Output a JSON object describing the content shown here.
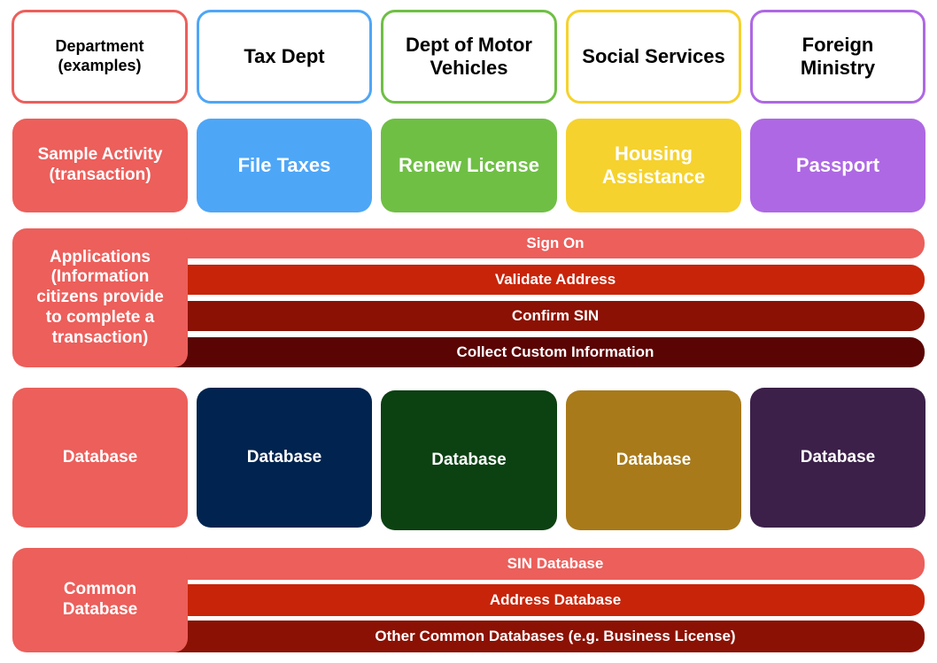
{
  "colors": {
    "label_red": "#ec5f5b",
    "tax_blue": "#4ea6f7",
    "motor_green": "#6fbf45",
    "social_yellow": "#f5d22e",
    "foreign_purple": "#ae68e3",
    "bar_red_1": "#ec5f5b",
    "bar_red_2": "#c8240a",
    "bar_red_3": "#8b1104",
    "bar_red_4": "#5a0404",
    "db_navy": "#00244f",
    "db_green": "#0c4112",
    "db_gold": "#a87a1a",
    "db_purple": "#3c2049"
  },
  "row_headers": {
    "department": "Department\n(examples)",
    "sample_activity": "Sample Activity\n(transaction)",
    "applications": "Applications\n(Information\ncitizens provide\nto complete a\ntransaction)",
    "database": "Database",
    "common_database": "Common\nDatabase"
  },
  "departments": [
    {
      "name": "Tax Dept",
      "activity": "File Taxes",
      "database": "Database"
    },
    {
      "name": "Dept of Motor\nVehicles",
      "activity": "Renew License",
      "database": "Database"
    },
    {
      "name": "Social Services",
      "activity": "Housing\nAssistance",
      "database": "Database"
    },
    {
      "name": "Foreign\nMinistry",
      "activity": "Passport",
      "database": "Database"
    }
  ],
  "applications": [
    "Sign On",
    "Validate Address",
    "Confirm SIN",
    "Collect Custom Information"
  ],
  "common_databases": [
    "SIN Database",
    "Address Database",
    "Other Common Databases (e.g. Business License)"
  ]
}
